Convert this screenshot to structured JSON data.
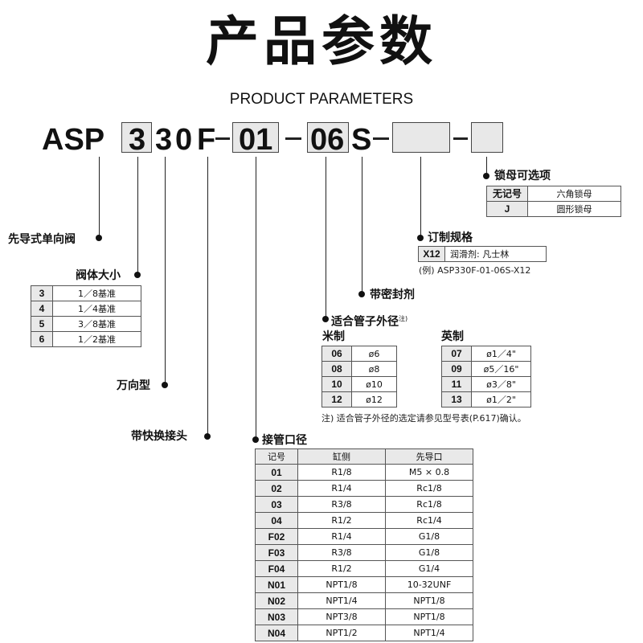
{
  "title": "产品参数",
  "subtitle": "PRODUCT PARAMETERS",
  "model": {
    "prefix": "ASP",
    "size": "3",
    "rot": "3",
    "c0": "0",
    "cF": "F",
    "port": "01",
    "tube": "06",
    "seal": "S"
  },
  "labels": {
    "pilot": "先导式单向阀",
    "body_size": "阀体大小",
    "universal": "万向型",
    "quick": "带快换接头",
    "port_dia": "接管口径",
    "tube_od": "适合管子外径",
    "tube_od_sup": "注)",
    "sealant": "带密封剂",
    "custom": "订制规格",
    "nut": "锁母可选项",
    "metric": "米制",
    "inch": "英制"
  },
  "body_size_rows": [
    {
      "k": "3",
      "v": "1／8基准"
    },
    {
      "k": "4",
      "v": "1／4基准"
    },
    {
      "k": "5",
      "v": "3／8基准"
    },
    {
      "k": "6",
      "v": "1／2基准"
    }
  ],
  "nut_rows": [
    {
      "k": "无记号",
      "v": "六角锁母"
    },
    {
      "k": "J",
      "v": "圆形锁母"
    }
  ],
  "custom_row": {
    "k": "X12",
    "v": "润滑剂: 凡士林"
  },
  "custom_example": "(例) ASP330F-01-06S-X12",
  "metric_rows": [
    {
      "k": "06",
      "v": "ø6"
    },
    {
      "k": "08",
      "v": "ø8"
    },
    {
      "k": "10",
      "v": "ø10"
    },
    {
      "k": "12",
      "v": "ø12"
    }
  ],
  "inch_rows": [
    {
      "k": "07",
      "v": "ø1／4\""
    },
    {
      "k": "09",
      "v": "ø5／16\""
    },
    {
      "k": "11",
      "v": "ø3／8\""
    },
    {
      "k": "13",
      "v": "ø1／2\""
    }
  ],
  "tube_note": "注) 适合管子外径的选定请参见型号表(P.617)确认。",
  "port_headers": [
    "记号",
    "缸侧",
    "先导口"
  ],
  "port_rows": [
    [
      "01",
      "R1/8",
      "M5 × 0.8"
    ],
    [
      "02",
      "R1/4",
      "Rc1/8"
    ],
    [
      "03",
      "R3/8",
      "Rc1/8"
    ],
    [
      "04",
      "R1/2",
      "Rc1/4"
    ],
    [
      "F02",
      "R1/4",
      "G1/8"
    ],
    [
      "F03",
      "R3/8",
      "G1/8"
    ],
    [
      "F04",
      "R1/2",
      "G1/4"
    ],
    [
      "N01",
      "NPT1/8",
      "10-32UNF"
    ],
    [
      "N02",
      "NPT1/4",
      "NPT1/8"
    ],
    [
      "N03",
      "NPT3/8",
      "NPT1/8"
    ],
    [
      "N04",
      "NPT1/2",
      "NPT1/4"
    ]
  ]
}
